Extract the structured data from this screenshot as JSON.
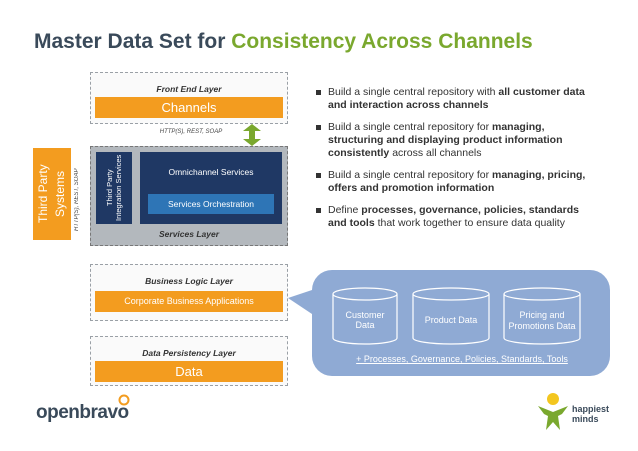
{
  "title": {
    "part1": "Master Data Set for ",
    "part2": "Consistency Across Channels"
  },
  "colors": {
    "title_dark": "#3a4a5a",
    "title_accent": "#7aa82e",
    "orange": "#f39c1f",
    "dark_blue": "#1f3864",
    "mid_blue": "#2e75b6",
    "cloud_blue": "#8faad4",
    "arrow_green": "#7aa82e"
  },
  "diagram": {
    "front_end_layer": "Front End Layer",
    "channels": "Channels",
    "protocol_top": "HTTP(S), REST, SOAP",
    "third_party_systems": "Third Party Systems",
    "protocol_side": "HTTP(S), REST, SOAP",
    "third_party_integration": "Third Party Integration Services",
    "omnichannel_services": "Omnichannel Services",
    "services_orchestration": "Services Orchestration",
    "services_layer": "Services Layer",
    "business_logic_layer": "Business Logic Layer",
    "corporate_business_apps": "Corporate Business Applications",
    "data_persistency_layer": "Data Persistency Layer",
    "data": "Data"
  },
  "bullets": [
    {
      "pre": "Build a single central repository with ",
      "bold": "all customer data and interaction across channels",
      "post": ""
    },
    {
      "pre": "Build a single central repository for ",
      "bold": "managing, structuring and displaying product information consistently",
      "post": " across all channels"
    },
    {
      "pre": "Build a single central repository for ",
      "bold": "managing, pricing, offers and promotion information",
      "post": ""
    },
    {
      "pre": "Define ",
      "bold": "processes, governance, policies, standards and tools",
      "post": " that work together to ensure data quality"
    }
  ],
  "cloud": {
    "cylinders": [
      "Customer Data",
      "Product Data",
      "Pricing and Promotions Data"
    ],
    "footer": "+ Processes, Governance, Policies, Standards, Tools"
  },
  "logos": {
    "openbravo": "openbravo",
    "happiest_minds": "happiest minds"
  }
}
